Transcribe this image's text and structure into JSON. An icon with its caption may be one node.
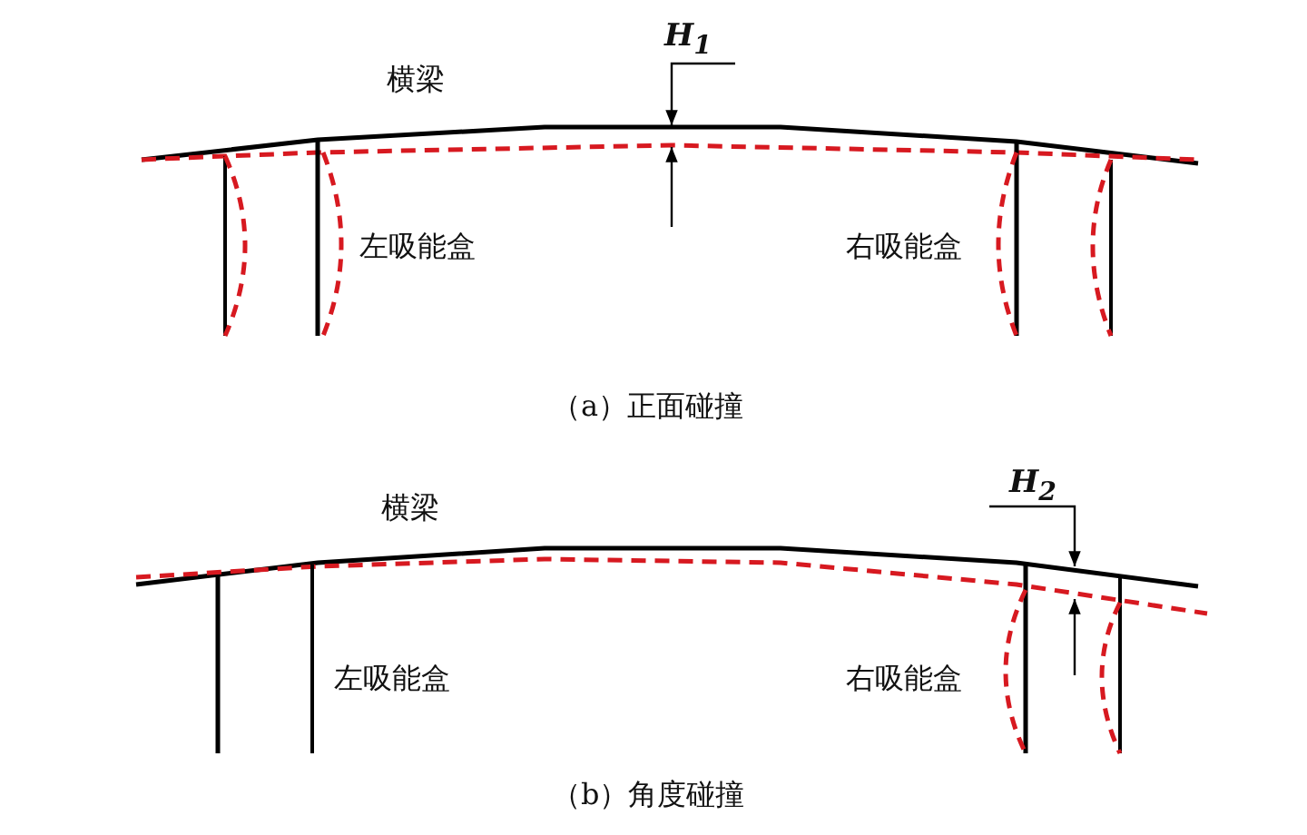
{
  "diagram": {
    "labels": [
      "H$_{1}$",
      "横梁",
      "左吸能盒",
      "右吸能盒",
      "（a）正面碰撞",
      "H$_{2}$",
      "横梁",
      "左吸能盒",
      "右吸能盒",
      "（b）角度碰撞"
    ]
  }
}
